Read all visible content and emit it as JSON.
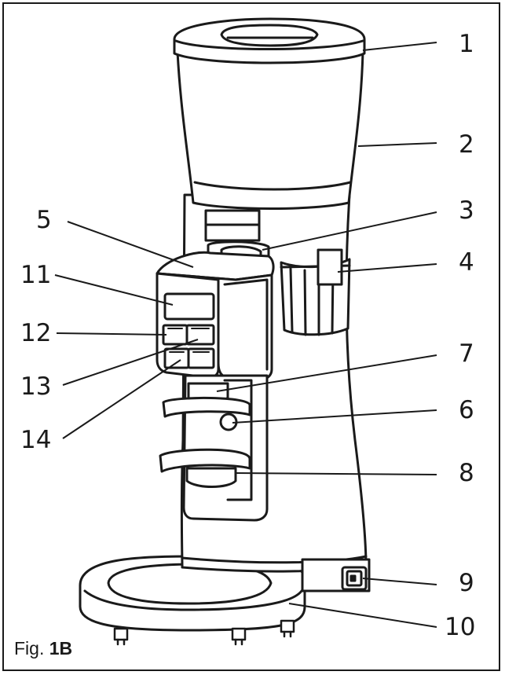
{
  "figure": {
    "caption_prefix": "Fig.",
    "caption_number": "1B"
  },
  "callouts": [
    "1",
    "2",
    "3",
    "4",
    "5",
    "6",
    "7",
    "8",
    "9",
    "10",
    "11",
    "12",
    "13",
    "14"
  ],
  "colors": {
    "line": "#1a1a1a",
    "fill": "#ffffff"
  }
}
